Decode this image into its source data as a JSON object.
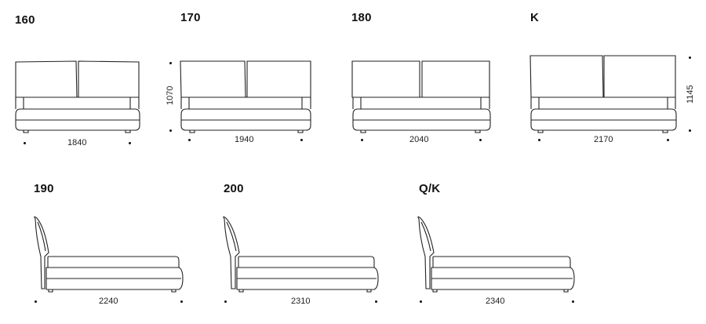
{
  "diagram": {
    "type": "bed dimension drawings",
    "front_views": [
      {
        "label": "160",
        "width_dim": "1840"
      },
      {
        "label": "170",
        "width_dim": "1940",
        "height_dim": "1070"
      },
      {
        "label": "180",
        "width_dim": "2040"
      },
      {
        "label": "K",
        "width_dim": "2170",
        "height_dim": "1145"
      }
    ],
    "side_views": [
      {
        "label": "190",
        "length_dim": "2240"
      },
      {
        "label": "200",
        "length_dim": "2310"
      },
      {
        "label": "Q/K",
        "length_dim": "2340"
      }
    ]
  }
}
